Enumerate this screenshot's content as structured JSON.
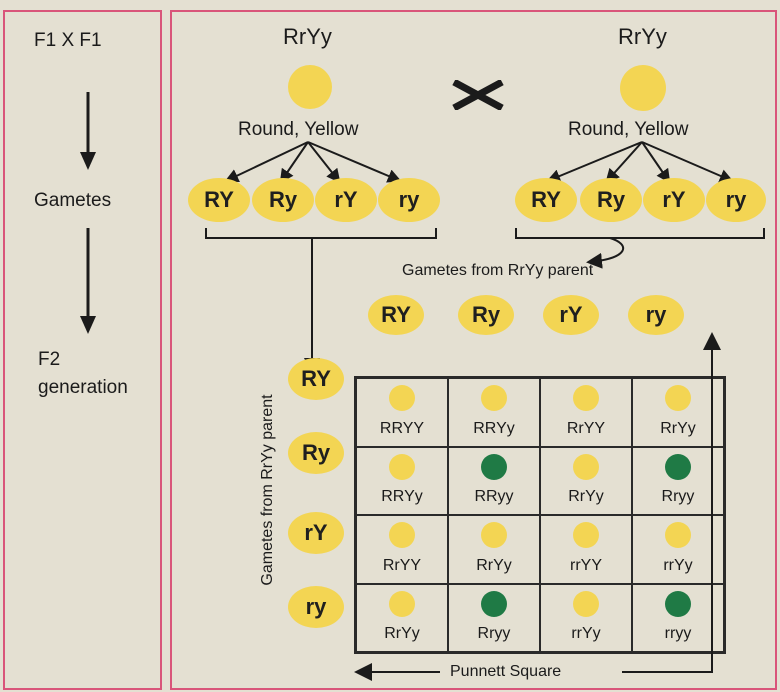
{
  "left": {
    "cross": "F1 X F1",
    "gametes": "Gametes",
    "f2_line1": "F2",
    "f2_line2": "generation"
  },
  "parents": [
    {
      "genotype": "RrYy",
      "phenotype": "Round, Yellow"
    },
    {
      "genotype": "RrYy",
      "phenotype": "Round, Yellow"
    }
  ],
  "cross_symbol": "X",
  "gametes_left": [
    "RY",
    "Ry",
    "rY",
    "ry"
  ],
  "gametes_right": [
    "RY",
    "Ry",
    "rY",
    "ry"
  ],
  "gametes_caption": "Gametes from RrYy parent",
  "punnett": {
    "col_headers": [
      "RY",
      "Ry",
      "rY",
      "ry"
    ],
    "row_headers": [
      "RY",
      "Ry",
      "rY",
      "ry"
    ],
    "row_axis_label": "Gametes from RrYy parent",
    "caption": "Punnett Square",
    "rows": [
      [
        {
          "g": "RRYY",
          "c": "yellow"
        },
        {
          "g": "RRYy",
          "c": "yellow"
        },
        {
          "g": "RrYY",
          "c": "yellow"
        },
        {
          "g": "RrYy",
          "c": "yellow"
        }
      ],
      [
        {
          "g": "RRYy",
          "c": "yellow"
        },
        {
          "g": "RRyy",
          "c": "green"
        },
        {
          "g": "RrYy",
          "c": "yellow"
        },
        {
          "g": "Rryy",
          "c": "green"
        }
      ],
      [
        {
          "g": "RrYY",
          "c": "yellow"
        },
        {
          "g": "RrYy",
          "c": "yellow"
        },
        {
          "g": "rrYY",
          "c": "yellow"
        },
        {
          "g": "rrYy",
          "c": "yellow"
        }
      ],
      [
        {
          "g": "RrYy",
          "c": "yellow"
        },
        {
          "g": "Rryy",
          "c": "green"
        },
        {
          "g": "rrYy",
          "c": "yellow"
        },
        {
          "g": "rryy",
          "c": "green"
        }
      ]
    ]
  }
}
